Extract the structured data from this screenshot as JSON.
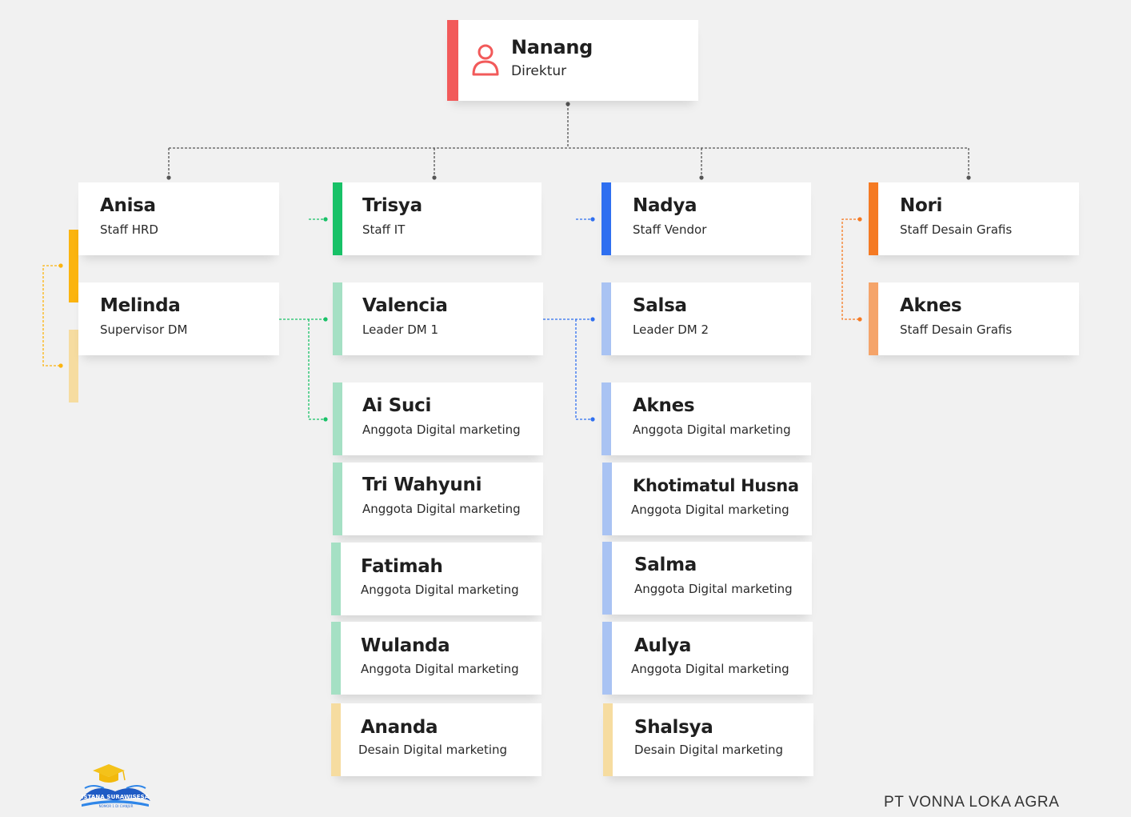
{
  "company": "PT VONNA LOKA AGRA",
  "logo": {
    "text": "ISTANA SURAWISESA",
    "subtext": "NOMOR 1 DI CIANJUR",
    "icon": "graduation-cap-book-logo"
  },
  "director": {
    "name": "Nanang",
    "role": "Direktur",
    "color": "#f25a5a",
    "icon": "person-icon"
  },
  "cards": [
    {
      "id": "anisa",
      "name": "Anisa",
      "role": "Staff HRD",
      "color": ""
    },
    {
      "id": "melinda",
      "name": "Melinda",
      "role": "Supervisor DM",
      "color": ""
    },
    {
      "id": "trisya",
      "name": "Trisya",
      "role": "Staff IT",
      "color": "#18c167"
    },
    {
      "id": "valencia",
      "name": "Valencia",
      "role": "Leader DM 1",
      "color": "#a5e0c4"
    },
    {
      "id": "ai-suci",
      "name": "Ai Suci",
      "role": "Anggota Digital marketing",
      "color": "#a5e0c4"
    },
    {
      "id": "tri-wahyuni",
      "name": "Tri Wahyuni",
      "role": "Anggota Digital marketing",
      "color": "#a5e0c4"
    },
    {
      "id": "fatimah",
      "name": "Fatimah",
      "role": "Anggota Digital marketing",
      "color": "#a5e0c4"
    },
    {
      "id": "wulanda",
      "name": "Wulanda",
      "role": "Anggota Digital marketing",
      "color": "#a5e0c4"
    },
    {
      "id": "ananda",
      "name": "Ananda",
      "role": "Desain Digital marketing",
      "color": "#f6dca0"
    },
    {
      "id": "nadya",
      "name": "Nadya",
      "role": "Staff Vendor",
      "color": "#2f6ff0"
    },
    {
      "id": "salsa",
      "name": "Salsa",
      "role": "Leader DM 2",
      "color": "#a9c3f3"
    },
    {
      "id": "aknes-dm",
      "name": "Aknes",
      "role": "Anggota Digital marketing",
      "color": "#a9c3f3"
    },
    {
      "id": "khotimatul-husna",
      "name": "Khotimatul Husna",
      "role": "Anggota Digital marketing",
      "color": "#a9c3f3"
    },
    {
      "id": "salma",
      "name": "Salma",
      "role": "Anggota Digital marketing",
      "color": "#a9c3f3"
    },
    {
      "id": "aulya",
      "name": "Aulya",
      "role": "Anggota Digital marketing",
      "color": "#a9c3f3"
    },
    {
      "id": "shalsya",
      "name": "Shalsya",
      "role": "Desain Digital marketing",
      "color": "#f6dca0"
    },
    {
      "id": "nori",
      "name": "Nori",
      "role": "Staff Desain Grafis",
      "color": "#f57a23"
    },
    {
      "id": "aknes-grafis",
      "name": "Aknes",
      "role": "Staff Desain Grafis",
      "color": "#f5a46a"
    }
  ],
  "side_markers": [
    {
      "id": "hrd-marker",
      "color": "#fbb40f"
    },
    {
      "id": "dm-marker",
      "color": "#f6dca0"
    }
  ],
  "connector_colors": {
    "main": "#555555",
    "green": "#18c167",
    "blue": "#2f6ff0",
    "orange": "#f57a23",
    "yellow": "#fbb40f"
  }
}
